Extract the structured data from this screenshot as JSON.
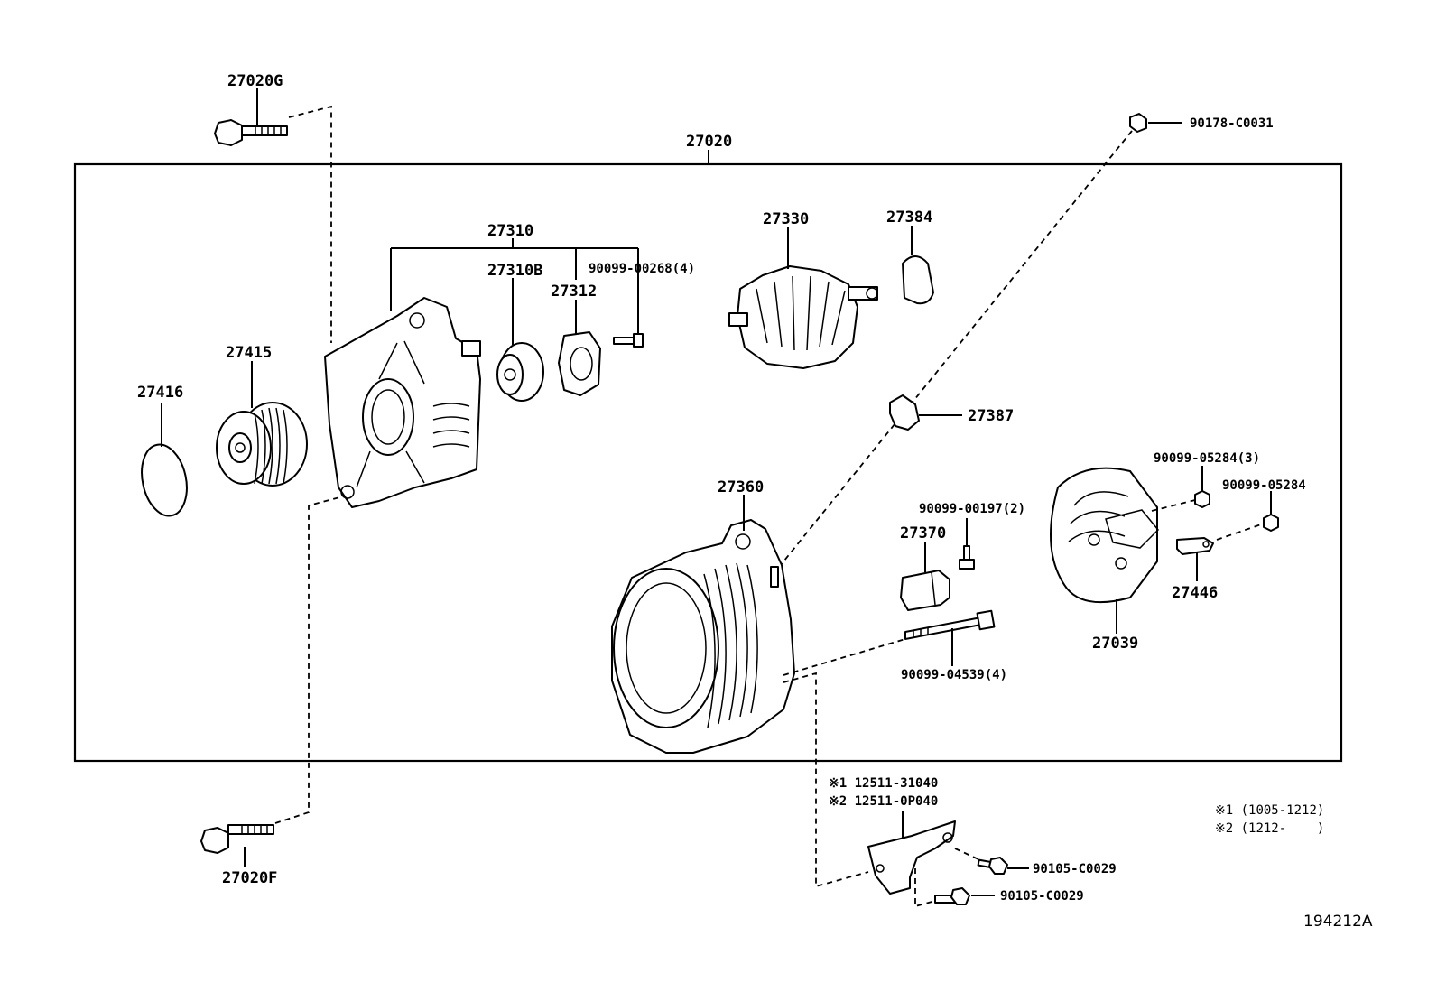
{
  "labels": {
    "assembly": "27020",
    "bolt_top": "27020G",
    "bolt_bottom": "27020F",
    "frame_group": "27310",
    "bearing": "27310B",
    "retainer": "27312",
    "screw_frame": "90099-00268(4)",
    "rotor": "27330",
    "bearing_cover": "27384",
    "terminal_insulator": "27387",
    "nut_top": "90178-C0031",
    "cap": "27416",
    "pulley": "27415",
    "stator_frame": "27360",
    "brush_holder": "27370",
    "screw_brush": "90099-00197(2)",
    "through_bolt": "90099-04539(4)",
    "nut_cover_3": "90099-05284(3)",
    "nut_cover": "90099-05284",
    "rear_cover": "27039",
    "terminal": "27446",
    "bracket_1": "※1 12511-31040",
    "bracket_2": "※2 12511-0P040",
    "bolt_bracket_a": "90105-C0029",
    "bolt_bracket_b": "90105-C0029",
    "note_1": "※1 (1005-1212)",
    "note_2": "※2 (1212-    )",
    "figure_id": "194212A"
  }
}
